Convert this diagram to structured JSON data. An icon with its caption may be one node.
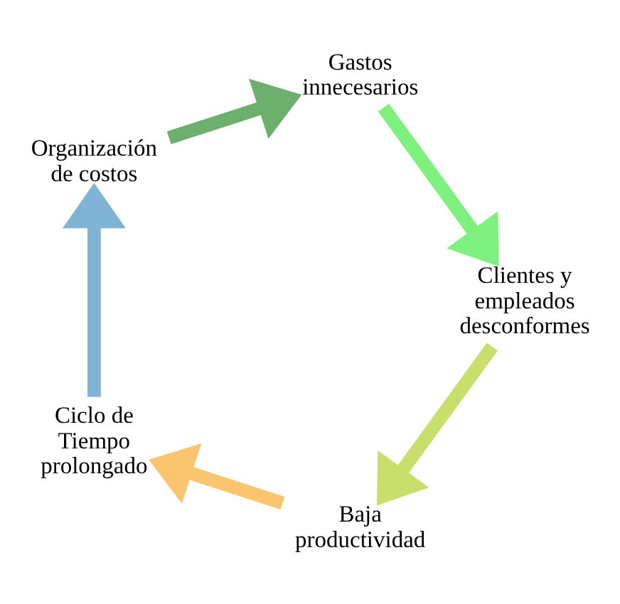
{
  "diagram": {
    "nodes": [
      {
        "text": [
          "Baja productividad"
        ]
      },
      {
        "text": [
          "Ciclo de Tiempo prolongado"
        ]
      },
      {
        "text": [
          "Organización de costos"
        ]
      },
      {
        "text": [
          "Clientes y empleados desconformes"
        ]
      },
      {
        "text": [
          "Gastos innecesarios"
        ]
      }
    ],
    "edges": [
      {
        "from": 0,
        "to": 1,
        "arrow": "to",
        "color": "#fbc46e"
      },
      {
        "from": 1,
        "to": 2,
        "arrow": "to",
        "color": "#7fb4d4"
      },
      {
        "from": 2,
        "to": 4,
        "arrow": "to",
        "color": "#6daf6d"
      },
      {
        "from": 4,
        "to": 3,
        "arrow": "to",
        "color": "#7ef07e"
      },
      {
        "from": 3,
        "to": 0,
        "arrow": "to",
        "color": "#c8df6c"
      }
    ]
  }
}
